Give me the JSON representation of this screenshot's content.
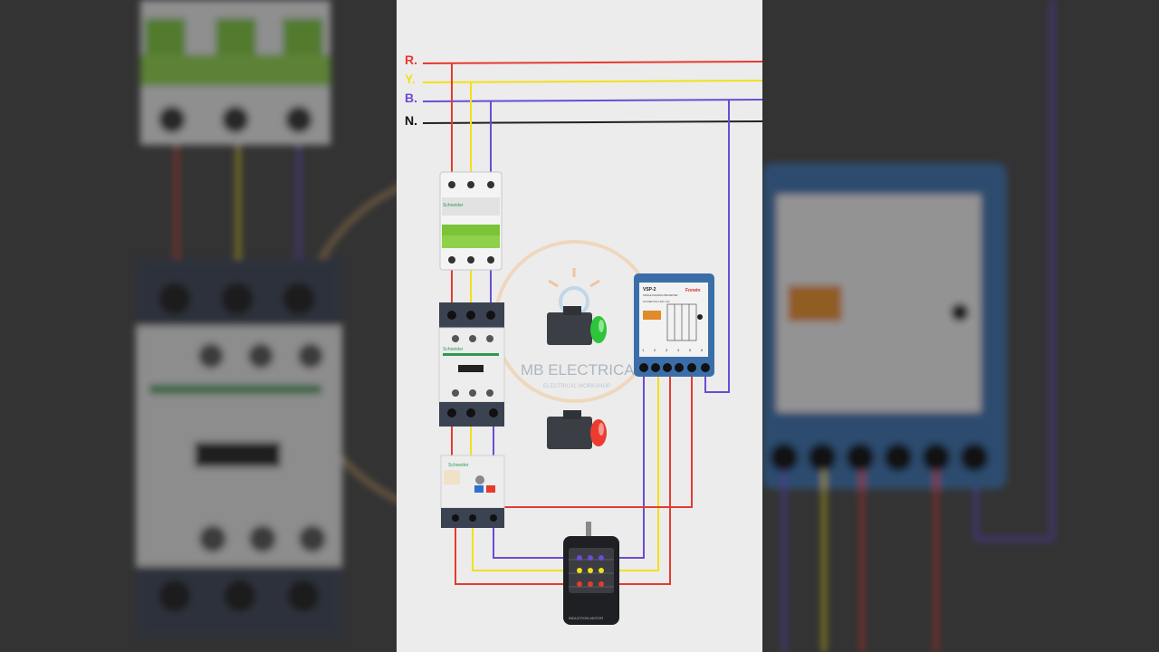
{
  "phase_labels": [
    "R.",
    "Y.",
    "B.",
    "N."
  ],
  "phase_colors": {
    "R": "#e53b2f",
    "Y": "#f2e019",
    "B": "#6b4bd6",
    "N": "#222222"
  },
  "watermark": {
    "title": "MB ELECTRICAL",
    "subtitle": "ELECTRICAL WORKSHOP"
  },
  "breaker": {
    "brand": "Schneider"
  },
  "contactor": {
    "brand": "Schneider"
  },
  "overload_relay": {
    "brand": "Schneider"
  },
  "protection_relay": {
    "model": "VSP-2",
    "subtitle": "SINGLE PHASING PREVENTER",
    "brand": "Forwin",
    "spec_line": "SYSTEM VOLT 415 V AC",
    "terminal_numbers": [
      "1",
      "2",
      "3",
      "4",
      "5",
      "6"
    ]
  },
  "buttons": {
    "start_color": "#2ec43b",
    "stop_color": "#ee3b30"
  },
  "motor": {
    "label": "INDUCTION MOTOR"
  }
}
